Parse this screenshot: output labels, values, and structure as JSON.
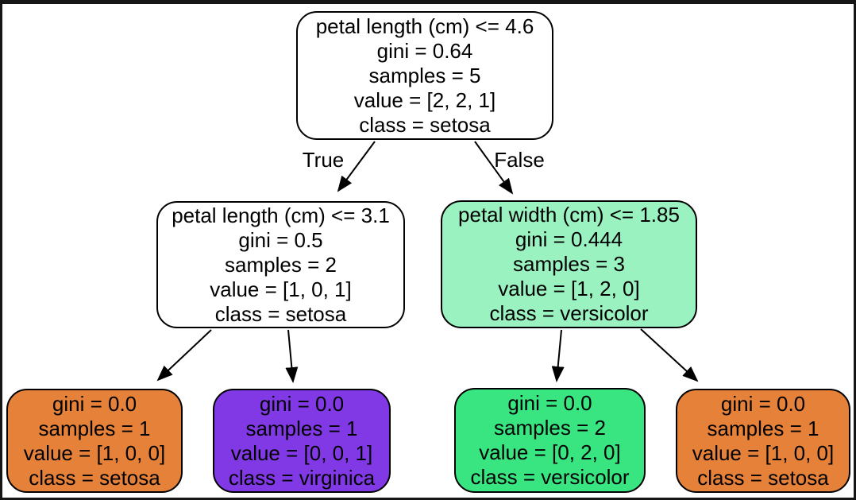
{
  "figure": {
    "type": "decision-tree",
    "dataset_hint": "iris",
    "edge_labels": {
      "left": "True",
      "right": "False"
    }
  },
  "colors": {
    "frame": "#161616",
    "background": "#ffffff",
    "node_border": "#000000",
    "text": "#000000",
    "setosa_leaf": "#e58139",
    "versicolor_leaf": "#39e581",
    "virginica_leaf": "#8139e5",
    "versicolor_light": "#9af2c0",
    "undecided": "#ffffff"
  },
  "tree": {
    "nodes": [
      {
        "id": "root",
        "fill": "#ffffff",
        "lines": [
          "petal length (cm) <= 4.6",
          "gini = 0.64",
          "samples = 5",
          "value = [2, 2, 1]",
          "class = setosa"
        ]
      },
      {
        "id": "left-internal",
        "fill": "#ffffff",
        "lines": [
          "petal length (cm) <= 3.1",
          "gini = 0.5",
          "samples = 2",
          "value = [1, 0, 1]",
          "class = setosa"
        ]
      },
      {
        "id": "right-internal",
        "fill": "#9af2c0",
        "lines": [
          "petal width (cm) <= 1.85",
          "gini = 0.444",
          "samples = 3",
          "value = [1, 2, 0]",
          "class = versicolor"
        ]
      },
      {
        "id": "leaf-1",
        "fill": "#e58139",
        "lines": [
          "gini = 0.0",
          "samples = 1",
          "value = [1, 0, 0]",
          "class = setosa"
        ]
      },
      {
        "id": "leaf-2",
        "fill": "#8139e5",
        "lines": [
          "gini = 0.0",
          "samples = 1",
          "value = [0, 0, 1]",
          "class = virginica"
        ]
      },
      {
        "id": "leaf-3",
        "fill": "#39e581",
        "lines": [
          "gini = 0.0",
          "samples = 2",
          "value = [0, 2, 0]",
          "class = versicolor"
        ]
      },
      {
        "id": "leaf-4",
        "fill": "#e58139",
        "lines": [
          "gini = 0.0",
          "samples = 1",
          "value = [1, 0, 0]",
          "class = setosa"
        ]
      }
    ]
  }
}
